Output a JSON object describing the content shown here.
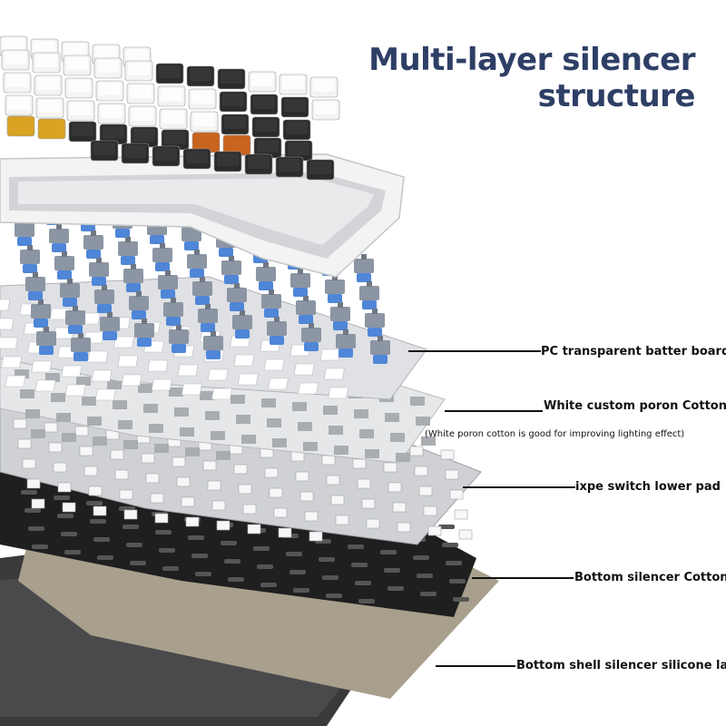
{
  "title": {
    "line1": "Multi-layer silencer",
    "line2": "structure"
  },
  "layers": [
    {
      "id": "pc-board",
      "label": "PC transparent batter board",
      "note": ""
    },
    {
      "id": "poron",
      "label": "White custom poron Cotton",
      "note": "(White poron cotton is good for improving lighting effect)"
    },
    {
      "id": "ixpe",
      "label": "ixpe switch lower pad",
      "note": ""
    },
    {
      "id": "bottom-cotton",
      "label": "Bottom silencer Cotton",
      "note": ""
    },
    {
      "id": "silicone",
      "label": "Bottom shell silencer silicone layer",
      "note": ""
    }
  ],
  "colors": {
    "title": "#2e3f66",
    "keycap_white": "#f4f4f2",
    "keycap_black": "#2b2b2b",
    "keycap_orange": "#c8641e",
    "keycap_yellow": "#d9a324",
    "switch_blue": "#4f86d8",
    "plate_gray": "#d6d8dc",
    "foam_white": "#eeeeee",
    "cotton_black": "#1c1c1c",
    "silicone_tan": "#a8a08c",
    "shell": "#333333"
  }
}
